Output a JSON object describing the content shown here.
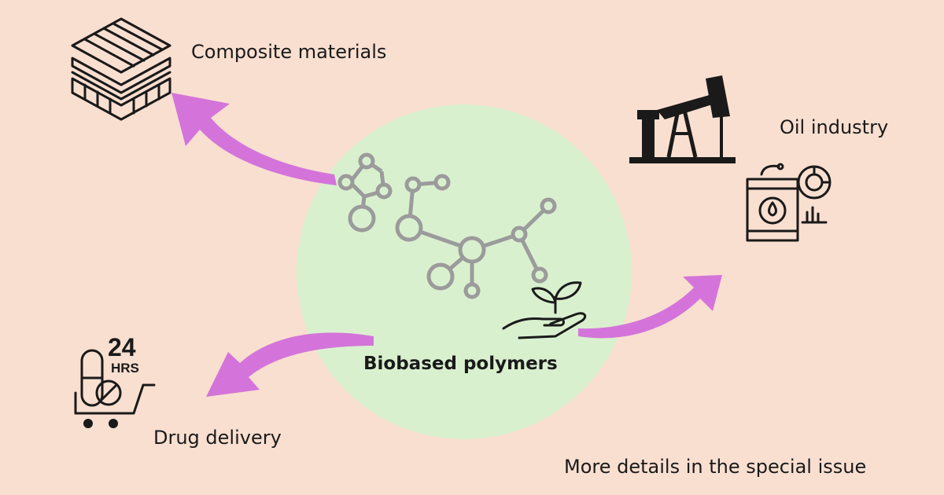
{
  "title": "",
  "center": {
    "label": "Biobased polymers"
  },
  "applications": [
    {
      "label": "Composite materials",
      "icon": "layered-composite-icon"
    },
    {
      "label": "Oil industry",
      "icon": "oil-pumpjack-icon"
    },
    {
      "label": "Drug delivery",
      "icon": "pill-cart-24hrs-icon"
    }
  ],
  "drug_icon_text": {
    "number": "24",
    "unit": "HRS"
  },
  "footer": "More details in the special issue",
  "colors": {
    "background": "#f9dfd0",
    "circle": "#d9f0cf",
    "arrow": "#d474da",
    "molecule": "#9b9b9b"
  }
}
